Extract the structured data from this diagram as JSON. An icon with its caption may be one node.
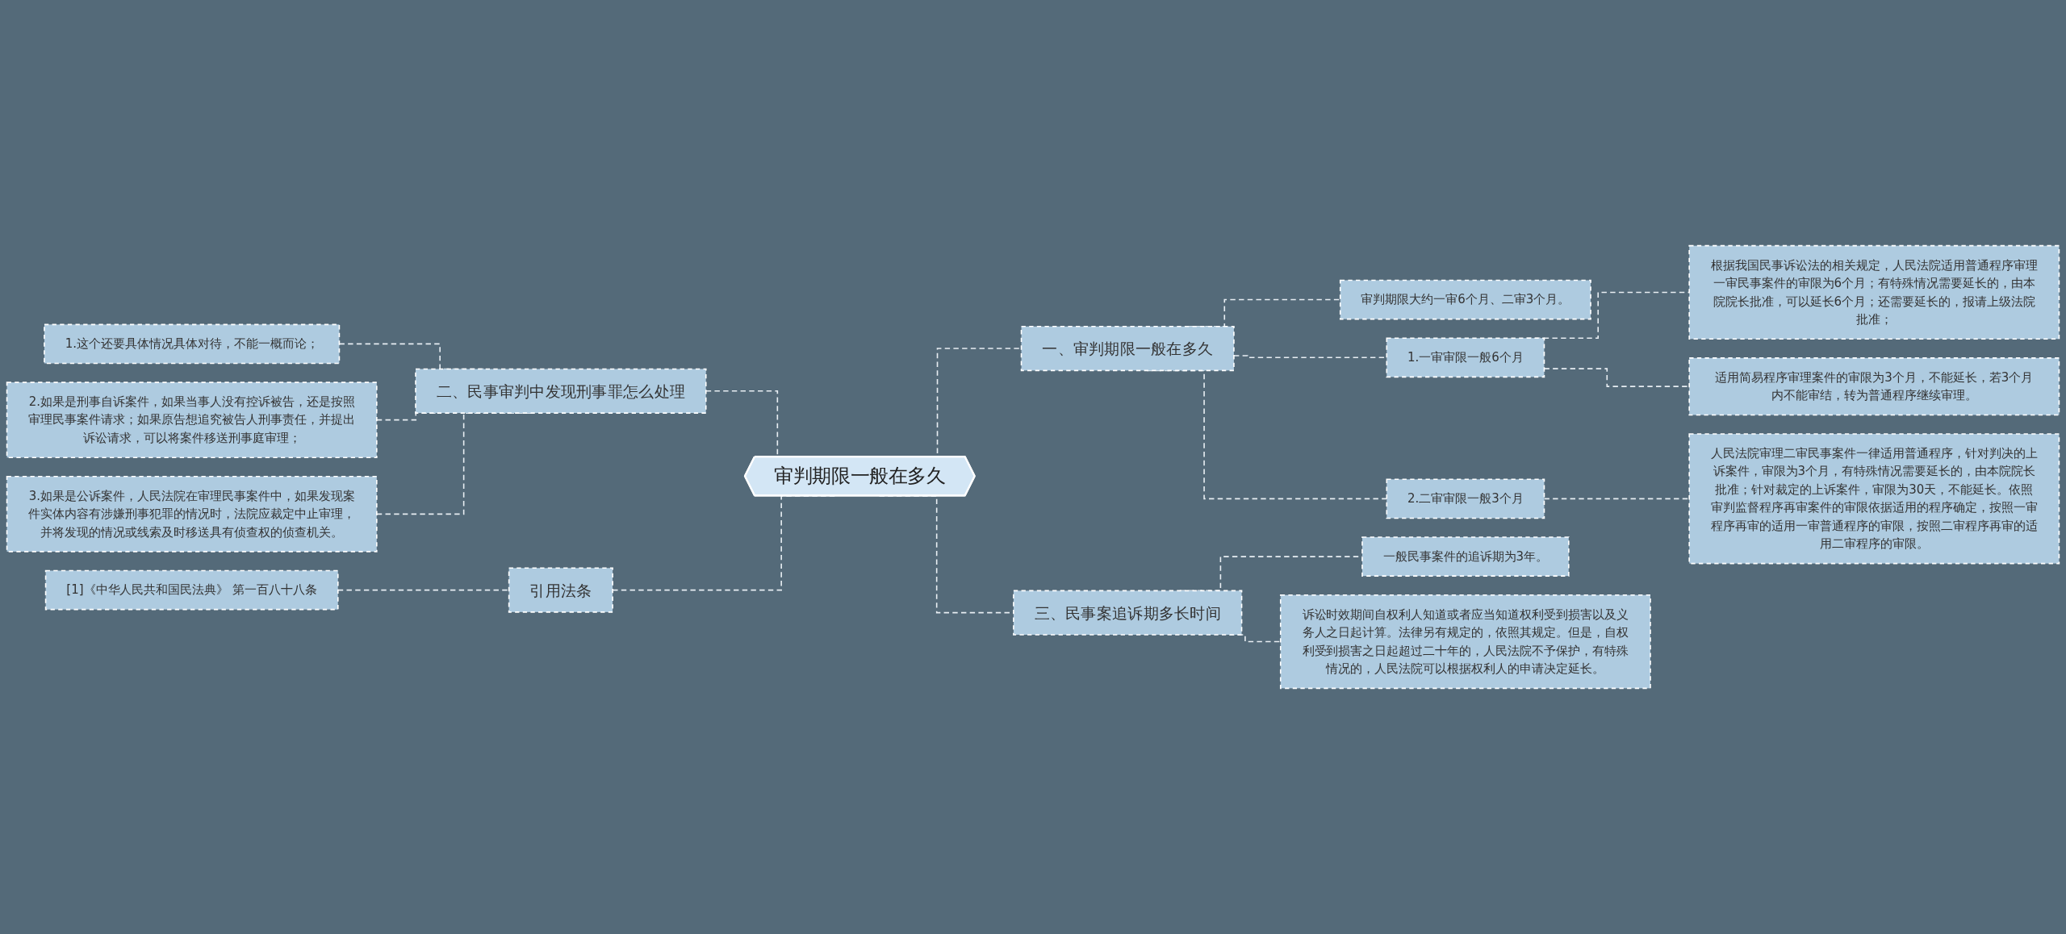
{
  "diagram": {
    "nodes": [
      {
        "text": [
          "审判期限一般在多久"
        ]
      },
      {
        "text": [
          "一、审判期限一般在多久"
        ]
      },
      {
        "text": [
          "审判期限大约一审6个月、二审3个月。"
        ]
      },
      {
        "text": [
          "1.一审审限一般6个月"
        ]
      },
      {
        "text": [
          "根据我国民事诉讼法的相关规定，人民法院适用普通程序审理一审民事案件的审限为6个月；有特殊情况需要延长的，由本院院长批准，可以延长6个月；还需要延长的，报请上级法院批准；"
        ]
      },
      {
        "text": [
          "适用简易程序审理案件的审限为3个月，不能延长，若3个月内不能审结，转为普通程序继续审理。"
        ]
      },
      {
        "text": [
          "2.二审审限一般3个月"
        ]
      },
      {
        "text": [
          "人民法院审理二审民事案件一律适用普通程序，针对判决的上诉案件，审限为3个月，有特殊情况需要延长的，由本院院长批准；针对裁定的上诉案件，审限为30天，不能延长。依照审判监督程序再审案件的审限依据适用的程序确定，按照一审程序再审的适用一审普通程序的审限，按照二审程序再审的适用二审程序的审限。"
        ]
      },
      {
        "text": [
          "三、民事案追诉期多长时间"
        ]
      },
      {
        "text": [
          "一般民事案件的追诉期为3年。"
        ]
      },
      {
        "text": [
          "诉讼时效期间自权利人知道或者应当知道权利受到损害以及义务人之日起计算。法律另有规定的，依照其规定。但是，自权利受到损害之日起超过二十年的，人民法院不予保护，有特殊情况的，人民法院可以根据权利人的申请决定延长。"
        ]
      },
      {
        "text": [
          "二、民事审判中发现刑事罪怎么处理"
        ]
      },
      {
        "text": [
          "1.这个还要具体情况具体对待，不能一概而论；"
        ]
      },
      {
        "text": [
          "2.如果是刑事自诉案件，如果当事人没有控诉被告，还是按照审理民事案件请求；如果原告想追究被告人刑事责任，并提出诉讼请求，可以将案件移送刑事庭审理；"
        ]
      },
      {
        "text": [
          "3.如果是公诉案件，人民法院在审理民事案件中，如果发现案件实体内容有涉嫌刑事犯罪的情况时，法院应裁定中止审理，并将发现的情况或线索及时移送具有侦查权的侦查机关。"
        ]
      },
      {
        "text": [
          "引用法条"
        ]
      },
      {
        "text": [
          "[1]《中华人民共和国民法典》 第一百八十八条"
        ]
      }
    ],
    "edges": [
      {
        "from": 0,
        "to": 1,
        "arrow": "none",
        "style": "dashed"
      },
      {
        "from": 1,
        "to": 2,
        "arrow": "none",
        "style": "dashed"
      },
      {
        "from": 1,
        "to": 3,
        "arrow": "none",
        "style": "dashed"
      },
      {
        "from": 3,
        "to": 4,
        "arrow": "none",
        "style": "dashed"
      },
      {
        "from": 3,
        "to": 5,
        "arrow": "none",
        "style": "dashed"
      },
      {
        "from": 1,
        "to": 6,
        "arrow": "none",
        "style": "dashed"
      },
      {
        "from": 6,
        "to": 7,
        "arrow": "none",
        "style": "dashed"
      },
      {
        "from": 0,
        "to": 8,
        "arrow": "none",
        "style": "dashed"
      },
      {
        "from": 8,
        "to": 9,
        "arrow": "none",
        "style": "dashed"
      },
      {
        "from": 8,
        "to": 10,
        "arrow": "none",
        "style": "dashed"
      },
      {
        "from": 11,
        "to": 0,
        "arrow": "none",
        "style": "dashed"
      },
      {
        "from": 12,
        "to": 11,
        "arrow": "none",
        "style": "dashed"
      },
      {
        "from": 13,
        "to": 11,
        "arrow": "none",
        "style": "dashed"
      },
      {
        "from": 14,
        "to": 11,
        "arrow": "none",
        "style": "dashed"
      },
      {
        "from": 15,
        "to": 0,
        "arrow": "none",
        "style": "dashed"
      },
      {
        "from": 16,
        "to": 15,
        "arrow": "none",
        "style": "dashed"
      }
    ]
  }
}
